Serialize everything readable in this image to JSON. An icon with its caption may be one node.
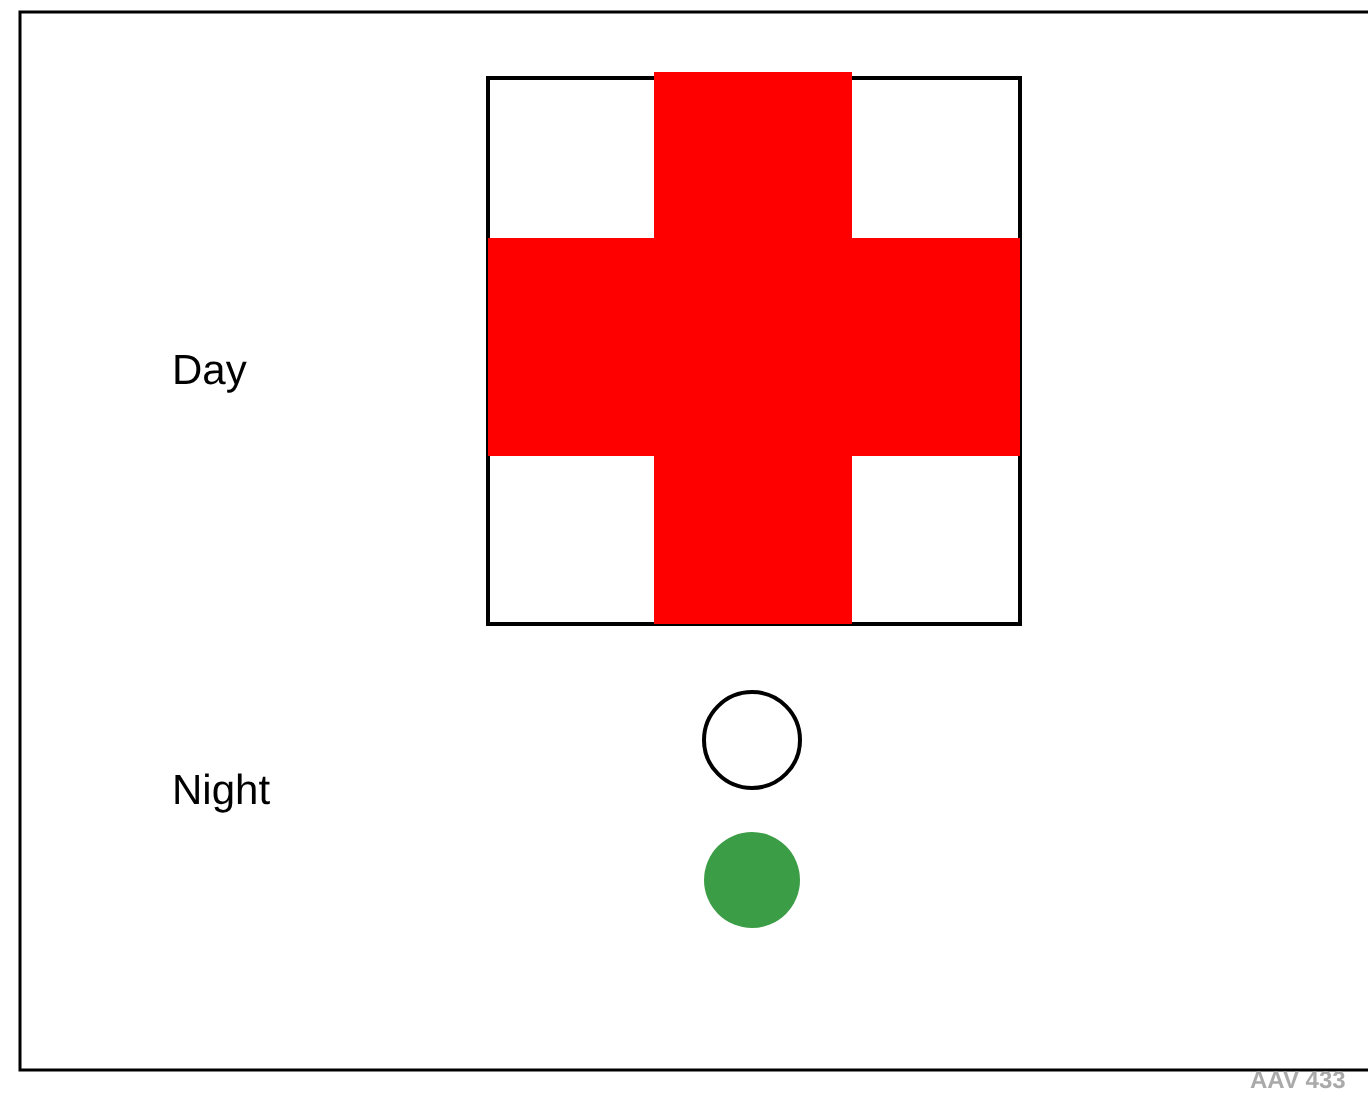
{
  "diagram": {
    "labels": [
      "Day",
      "Night",
      "AAV 433"
    ]
  }
}
